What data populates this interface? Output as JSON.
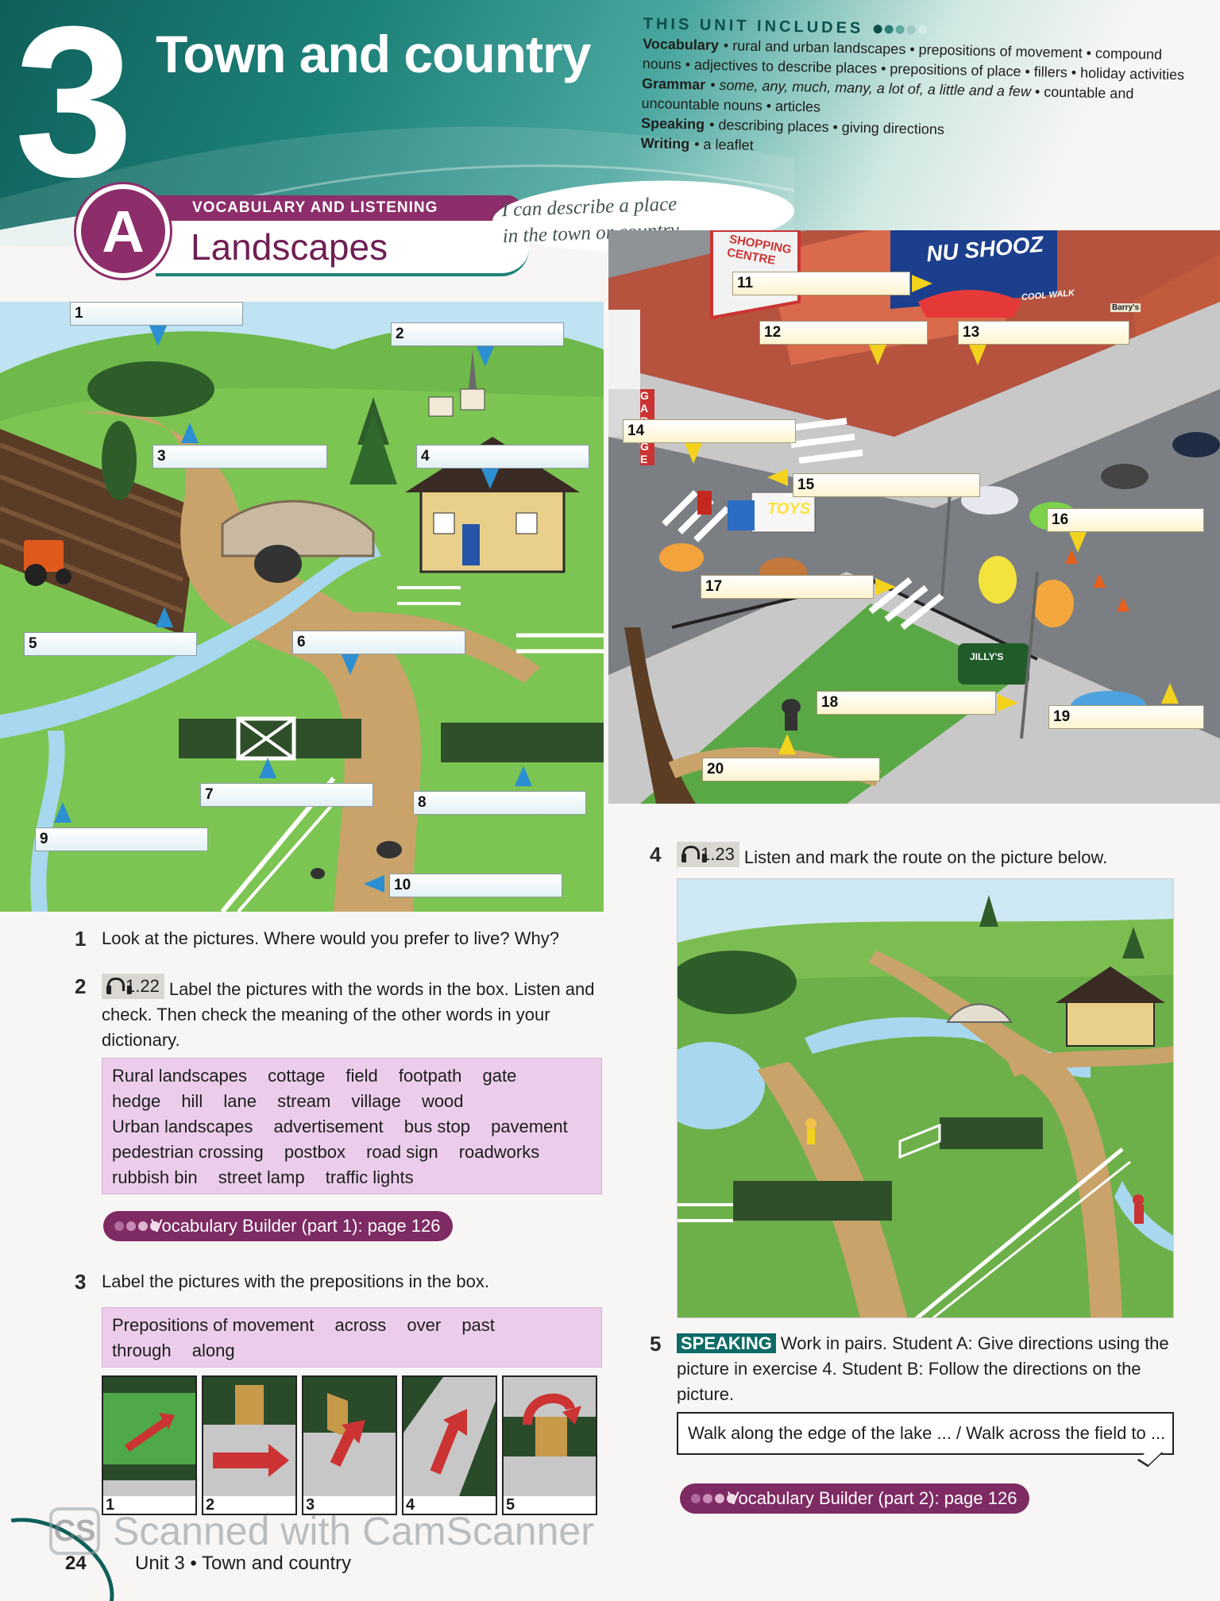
{
  "unit": {
    "number": "3",
    "title": "Town and country"
  },
  "includes": {
    "heading": "THIS UNIT INCLUDES",
    "rows": [
      {
        "label": "Vocabulary",
        "text": "• rural and urban landscapes • prepositions of movement • compound nouns • adjectives to describe places • prepositions of place • fillers • holiday activities"
      },
      {
        "label": "Grammar",
        "italic": "• some, any, much, many, a lot of, a little and a few",
        "text": "• countable and uncountable nouns • articles"
      },
      {
        "label": "Speaking",
        "text": "• describing places • giving directions"
      },
      {
        "label": "Writing",
        "text": "• a leaflet"
      }
    ]
  },
  "section": {
    "letter": "A",
    "category": "VOCABULARY AND LISTENING",
    "title": "Landscapes",
    "can_do_line1": "I can describe a place",
    "can_do_line2": "in the town or country."
  },
  "labels": {
    "country": [
      "1",
      "2",
      "3",
      "4",
      "5",
      "6",
      "7",
      "8",
      "9",
      "10"
    ],
    "town": [
      "11",
      "12",
      "13",
      "14",
      "15",
      "16",
      "17",
      "18",
      "19",
      "20"
    ],
    "town_signs": {
      "shop": "SHOPPING CENTRE",
      "billboard": "NU SHOOZ",
      "billboard_sub": "COOL WALK",
      "van": "TOYS",
      "garage": "GARAGE",
      "car": "JILLY'S",
      "shop_small": "Barry's"
    }
  },
  "exercises": {
    "ex1": {
      "num": "1",
      "text": "Look at the pictures. Where would you prefer to live? Why?"
    },
    "ex2": {
      "num": "2",
      "track": "1.22",
      "text": "Label the pictures with the words in the box. Listen and check. Then check the meaning of the other words in your dictionary."
    },
    "box2": {
      "rural_heading": "Rural landscapes",
      "rural": [
        "cottage",
        "field",
        "footpath",
        "gate",
        "hedge",
        "hill",
        "lane",
        "stream",
        "village",
        "wood"
      ],
      "urban_heading": "Urban landscapes",
      "urban": [
        "advertisement",
        "bus stop",
        "pavement",
        "pedestrian crossing",
        "postbox",
        "road sign",
        "roadworks",
        "rubbish bin",
        "street lamp",
        "traffic lights"
      ]
    },
    "vb1": "Vocabulary Builder (part 1): page 126",
    "ex3": {
      "num": "3",
      "text": "Label the pictures with the prepositions in the box."
    },
    "box3": {
      "heading": "Prepositions of movement",
      "words": [
        "across",
        "over",
        "past",
        "through",
        "along"
      ]
    },
    "panels": [
      "1",
      "2",
      "3",
      "4",
      "5"
    ],
    "ex4": {
      "num": "4",
      "track": "1.23",
      "text": "Listen and mark the route on the picture below."
    },
    "ex5": {
      "num": "5",
      "tag": "SPEAKING",
      "text": "Work in pairs. Student A: Give directions using the picture in exercise 4. Student B: Follow the directions on the picture."
    },
    "speech": "Walk along the edge of the lake ... / Walk across the field to ...",
    "vb2": "Vocabulary Builder (part 2): page 126"
  },
  "footer": {
    "page": "24",
    "running": "Unit 3 • Town and country",
    "watermark_logo": "CS",
    "watermark": "Scanned with CamScanner"
  },
  "colors": {
    "teal": "#0f5f5a",
    "purple": "#8d2d6a",
    "box_pink": "#ebcdeb",
    "pointer_blue": "#2b8fd1",
    "pointer_yellow": "#f2d21c"
  }
}
